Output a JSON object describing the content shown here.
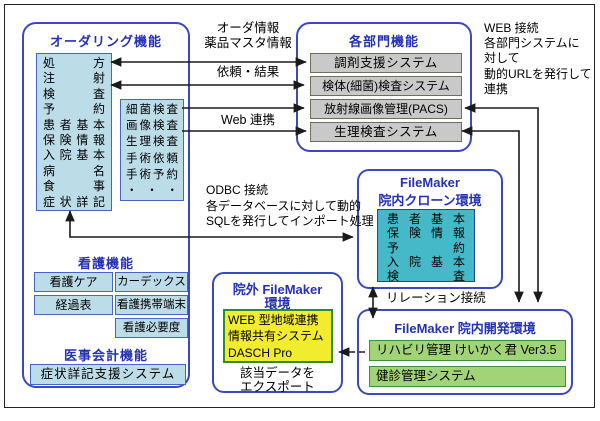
{
  "ordering": {
    "title": "オーダリング機能",
    "items": [
      "処方",
      "注射",
      "検査",
      "予約",
      "患者基本",
      "保険情報",
      "入院基本",
      "病名",
      "食事",
      "症状詳記"
    ],
    "sub_items": [
      "細菌検査",
      "画像検査",
      "生理検査",
      "手術依頼",
      "手術予約",
      "・・・"
    ]
  },
  "nursing": {
    "title": "看護機能",
    "items": [
      "看護ケア",
      "カーデックス",
      "経過表",
      "看護携帯端末",
      "看護必要度"
    ]
  },
  "accounting": {
    "title": "医事会計機能",
    "system": "症状詳記支援システム"
  },
  "departments": {
    "title": "各部門機能",
    "systems": [
      "調剤支援システム",
      "検体(細菌)検査システム",
      "放射線画像管理(PACS)",
      "生理検査システム"
    ]
  },
  "clone_env": {
    "title_lines": [
      "FileMaker",
      "院内クローン環境"
    ],
    "items": [
      "患者基本",
      "保険情報",
      "予約",
      "入院基本",
      "検査"
    ]
  },
  "dev_env": {
    "title": "FileMaker 院内開発環境",
    "systems": [
      "リハビリ管理 けいかく君 Ver3.5",
      "健診管理システム"
    ]
  },
  "external_env": {
    "title_lines": [
      "院外 FileMaker",
      "環境"
    ],
    "dasch_lines": [
      "WEB 型地域連携",
      "情報共有システム",
      "DASCH Pro"
    ],
    "export_lines": [
      "該当データを",
      "エクスポート"
    ]
  },
  "labels": {
    "order_info_lines": [
      "オーダ情報",
      "薬品マスタ情報"
    ],
    "request_result": "依頼・結果",
    "web_link": "Web 連携",
    "web_conn_lines": [
      "WEB 接続",
      "各部門システムに",
      "対して",
      "動的URLを発行して",
      "連携"
    ],
    "odbc_lines": [
      "ODBC 接続",
      "各データベースに対して動的",
      "SQLを発行してインポート処理"
    ],
    "relation": "リレーション接続"
  },
  "colors": {
    "heading_blue": "#2431b4",
    "box_border_blue": "#3a49c0",
    "item_light_blue": "#bcdce8",
    "clone_teal": "#46b9c9",
    "system_gray": "#c9c9c9",
    "dasch_yellow": "#f2ec2e",
    "dev_green": "#a3d377",
    "arrow_black": "#1a1a1a"
  }
}
